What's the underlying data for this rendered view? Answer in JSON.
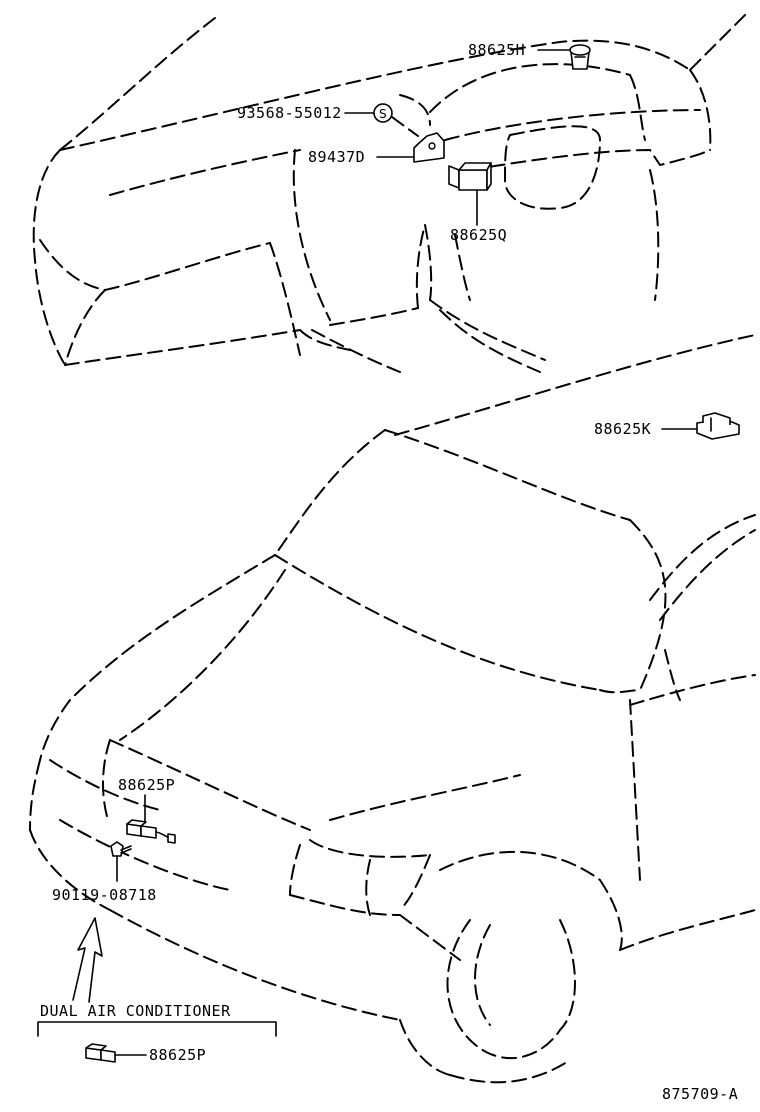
{
  "labels": {
    "p88625H": "88625H",
    "p93568": "93568-55012",
    "symbolS": "S",
    "p89437D": "89437D",
    "p88625Q": "88625Q",
    "p88625K": "88625K",
    "p88625P_top": "88625P",
    "p90119": "90119-08718",
    "dual_ac": "DUAL AIR CONDITIONER",
    "p88625P_bottom": "88625P",
    "figure_code": "875709-A"
  }
}
